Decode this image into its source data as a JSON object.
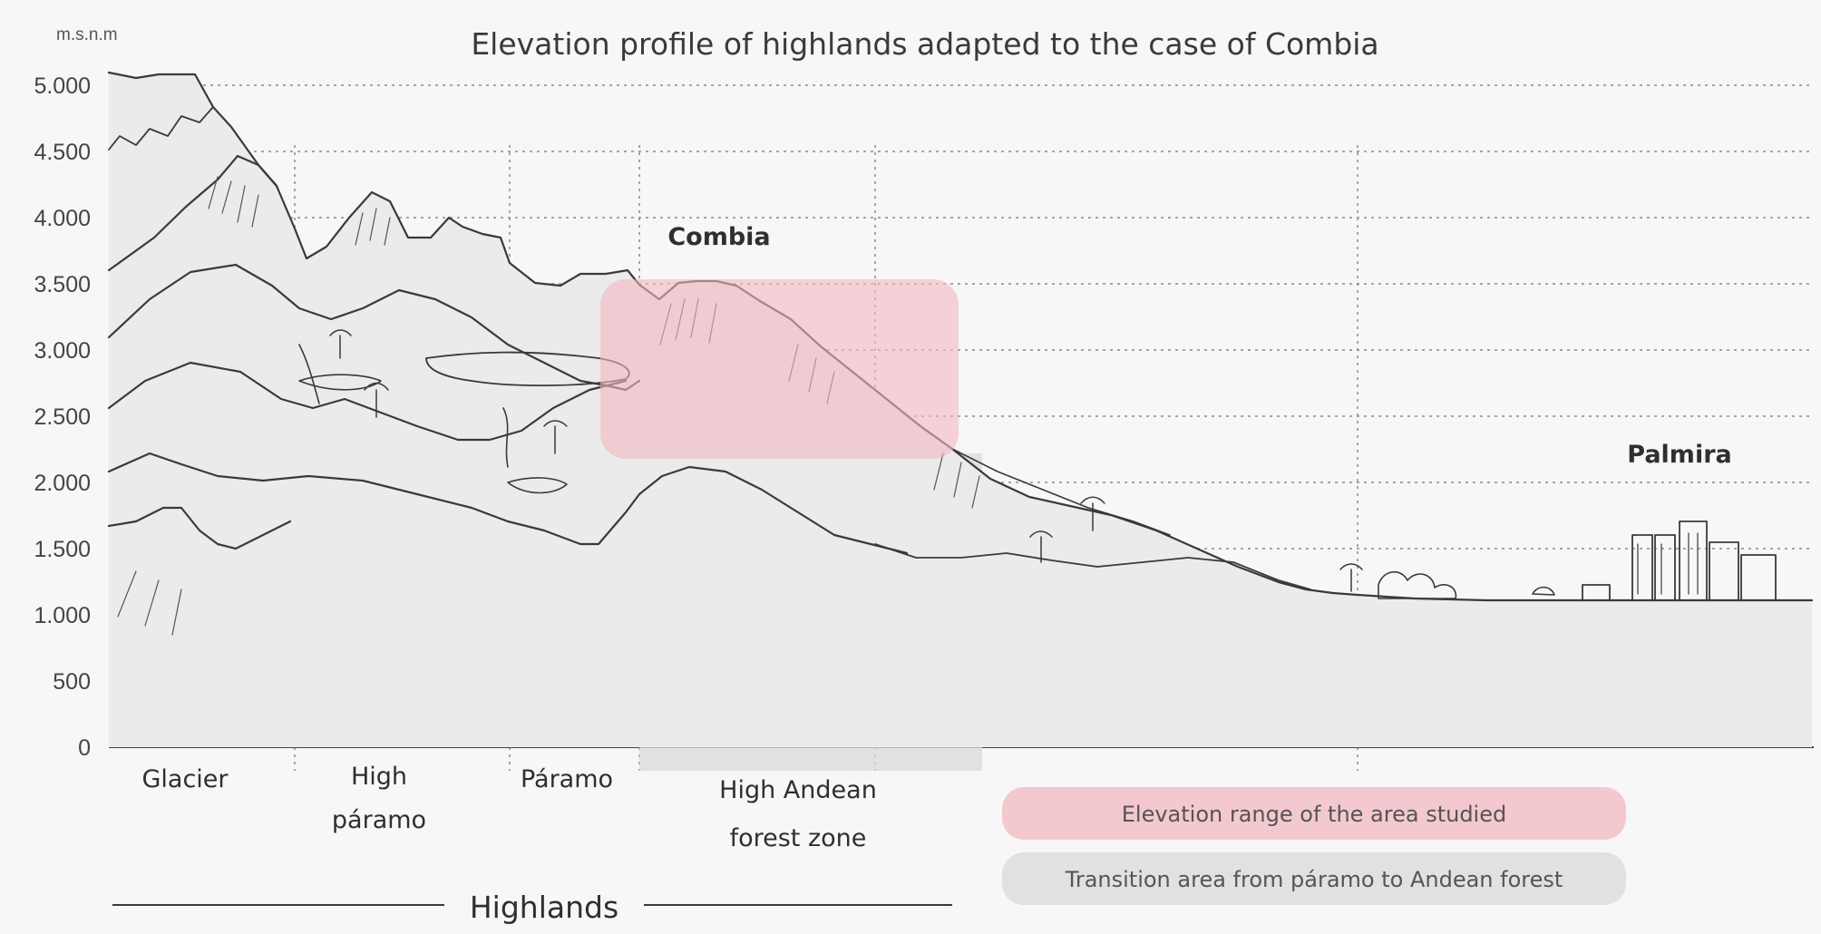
{
  "title": "Elevation profile of highlands adapted to the case of Combia",
  "y_axis": {
    "unit": "m.s.n.m",
    "ticks": [
      "5.000",
      "4.500",
      "4.000",
      "3.500",
      "3.000",
      "2.500",
      "2.000",
      "1.500",
      "1.000",
      "500",
      "0"
    ]
  },
  "zones": {
    "glacier": "Glacier",
    "high_paramo_1": "High",
    "high_paramo_2": "páramo",
    "paramo": "Páramo",
    "high_andean_1": "High Andean",
    "high_andean_2": "forest  zone"
  },
  "places": {
    "combia": "Combia",
    "palmira": "Palmira"
  },
  "legend": {
    "studied": "Elevation range of the area studied",
    "transition": "Transition area from páramo to Andean forest"
  },
  "group_label": "Highlands",
  "colors": {
    "studied": "#f2b8c0",
    "transition": "#dcdcdc",
    "sketch": "#3a3a3a"
  }
}
